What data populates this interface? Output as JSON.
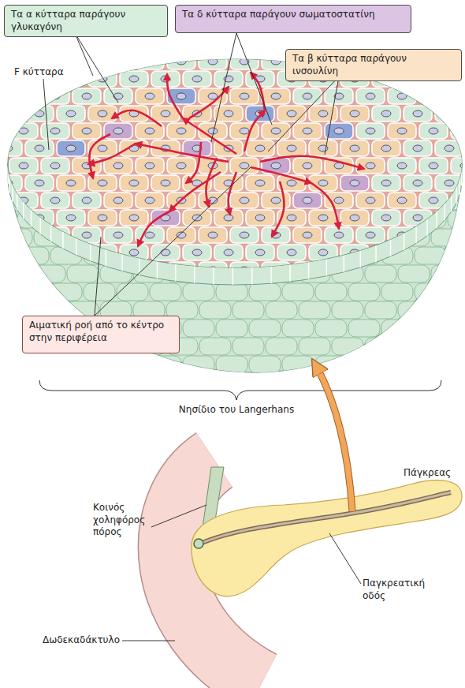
{
  "diagram": {
    "nodes": [
      {
        "text": [
          "Τα α κύτταρα παράγουν γλυκαγόνη"
        ]
      },
      {
        "text": [
          "Τα δ κύτταρα παράγουν σωματοστατίνη"
        ]
      },
      {
        "text": [
          "Τα β κύτταρα παράγουν ινσουλίνη"
        ]
      },
      {
        "text": [
          "Αιματική ροή από το κέντρο στην περιφέρεια"
        ]
      }
    ],
    "labels": [
      "F κύτταρα",
      "Νησίδιο του Langerhans",
      "Πάγκρεας",
      "Κοινός χοληφόρος πόρος",
      "Παγκρεατική οδός",
      "Δωδεκαδάκτυλο"
    ]
  }
}
